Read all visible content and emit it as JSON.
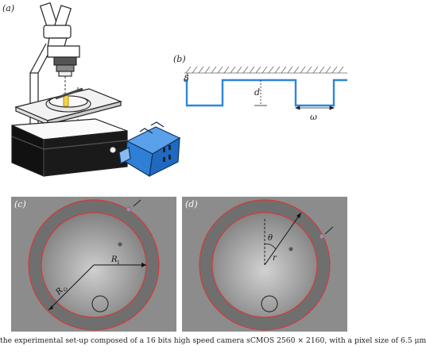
{
  "panels": {
    "a": {
      "label": "(a)"
    },
    "b": {
      "label": "(b)",
      "delta": "δ",
      "d": "d",
      "omega": "ω"
    },
    "c": {
      "label": "(c)",
      "r1": "R",
      "r1_sub": "1",
      "r0": "R",
      "r0_sub": "O"
    },
    "d": {
      "label": "(d)",
      "theta": "θ",
      "r": "r"
    }
  },
  "caption": "the experimental set-up composed of a 16 bits high speed camera sCMOS 2560 × 2160, with a pixel size of 6.5 μm",
  "colors": {
    "camera_blue": "#2f7fd6",
    "profile_blue": "#2f86d8",
    "ring_red": "#d43a3a",
    "photo_gray": "#8c8c8c"
  }
}
